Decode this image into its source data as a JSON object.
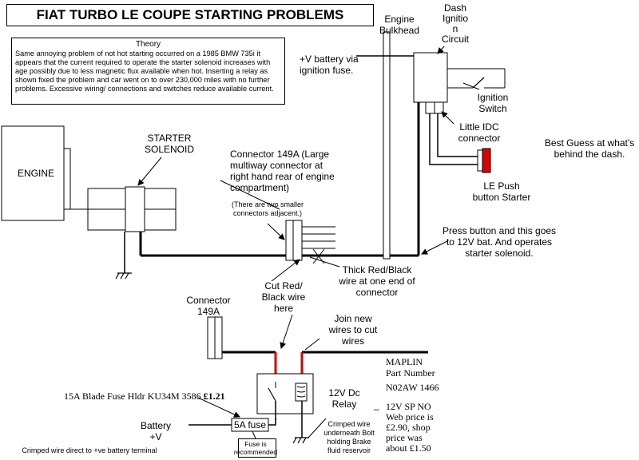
{
  "title": "FIAT TURBO LE COUPE STARTING PROBLEMS",
  "theory": {
    "heading": "Theory",
    "body": "Same annoying problem of not hot starting occurred on a 1985 BMW 735i it appears that the current required to operate the starter solenoid increases with age possibly due to less magnetic flux available when hot. Inserting a relay as shown fixed the problem and car went on to over 230,000 miles with no further problems. Excessive wiring/ connections and switches reduce available current."
  },
  "labels": {
    "engine": "ENGINE",
    "starter_solenoid": "STARTER\nSOLENOID",
    "connector_149a_desc": "Connector 149A (Large\nmultiway connector at\nright hand rear of engine\ncompartment)",
    "two_smaller_connectors": "(There are two smaller\nconnectors adjacent.)",
    "engine_bulkhead": "Engine\nBulkhead",
    "v_battery": "+V battery via\nignition fuse.",
    "dash_ignition": "Dash\nIgnitio\nn\nCircuit",
    "ignition_switch": "Ignition\nSwitch",
    "little_idc": "Little IDC\nconnector",
    "best_guess": "Best Guess at what's\nbehind the dash.",
    "le_push_button": "LE Push\nbutton Starter",
    "press_button": "Press button and this goes\nto 12V bat. And operates\nstarter solenoid.",
    "thick_wire": "Thick Red/Black\nwire at one end of\nconnector",
    "cut_wire": "Cut Red/\nBlack wire\nhere",
    "connector_149a_short": "Connector\n149A",
    "join_wires": "Join new\nwires to cut\nwires",
    "maplin_part": "MAPLIN\nPart Number",
    "part_no": "N02AW 1466",
    "relay_spec": "12V SP NO\nWeb price is\n£2.90, shop\nprice was\nabout £1.50",
    "dash_mark": "_",
    "relay_label": "12V Dc\nRelay",
    "fuse_holder": "15A Blade Fuse Hldr KU34M 3586 ",
    "fuse_price": "£1.21",
    "fuse_5a": "5A fuse",
    "battery": "Battery\n+V",
    "crimped_direct": "Crimped wire direct to +ve battery terminal",
    "crimped_bolt": "Crimped wire\nunderneath Bolt\nholding Brake\nfluid reservoir",
    "fuse_recommended": "Fuse is\nrecommended"
  },
  "colors": {
    "wire": "#000000",
    "red_wire": "#d40000",
    "push_button": "#e00000"
  }
}
